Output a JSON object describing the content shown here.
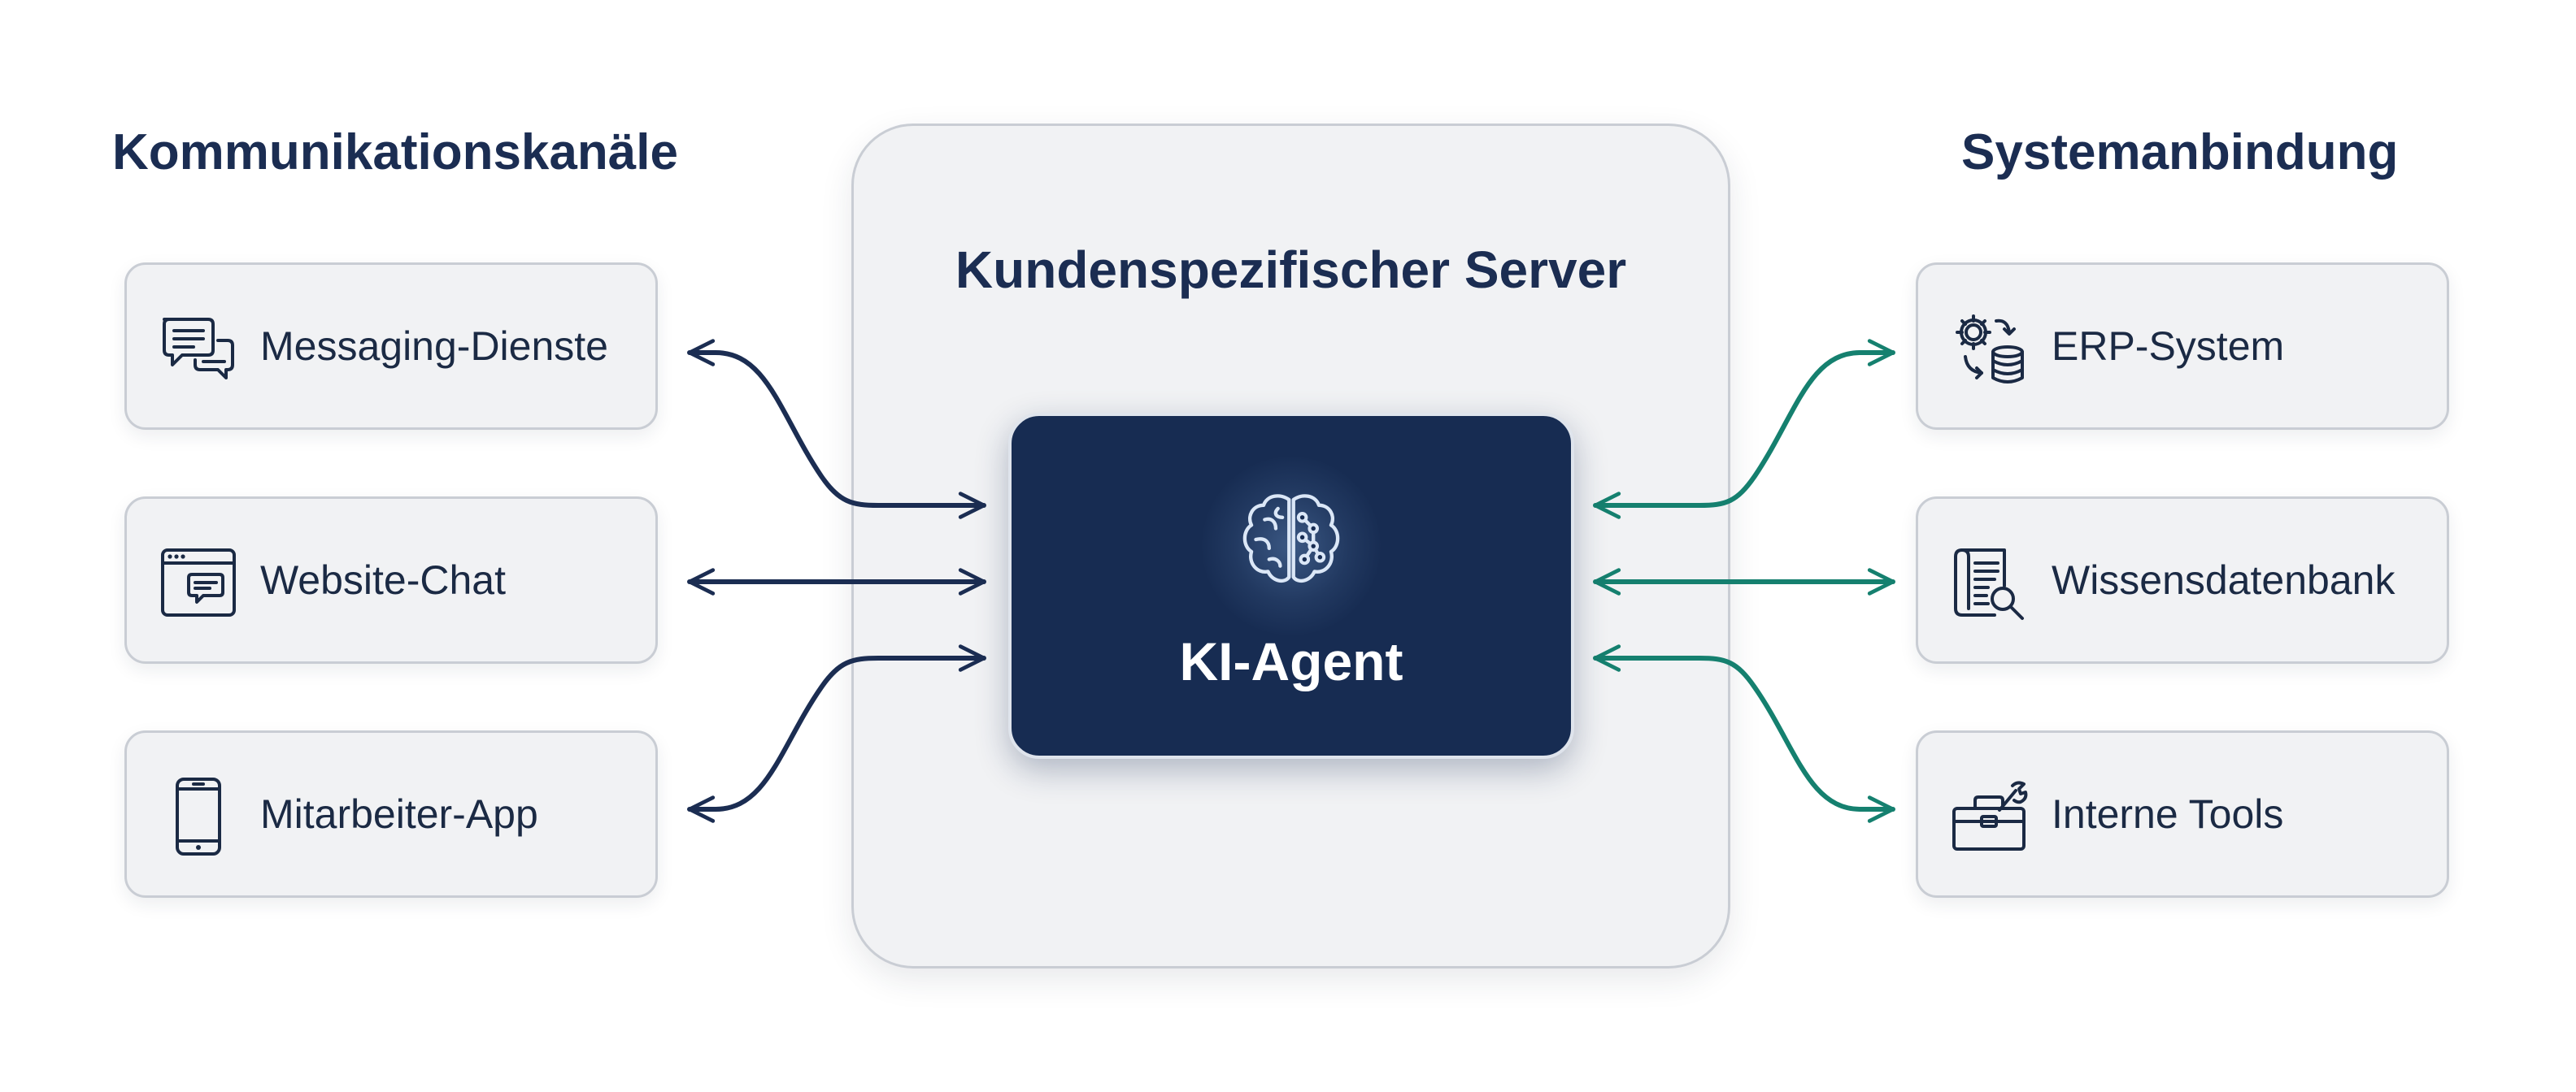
{
  "left_column": {
    "heading": "Kommunikationskanäle",
    "items": [
      {
        "label": "Messaging-Dienste",
        "icon": "chat-bubbles-icon"
      },
      {
        "label": "Website-Chat",
        "icon": "browser-chat-icon"
      },
      {
        "label": "Mitarbeiter-App",
        "icon": "smartphone-icon"
      }
    ]
  },
  "server": {
    "title": "Kundenspezifischer Server",
    "agent": {
      "label": "KI-Agent",
      "icon": "brain-circuit-icon"
    }
  },
  "right_column": {
    "heading": "Systemanbindung",
    "items": [
      {
        "label": "ERP-System",
        "icon": "gear-database-icon"
      },
      {
        "label": "Wissensdatenbank",
        "icon": "document-search-icon"
      },
      {
        "label": "Interne Tools",
        "icon": "toolbox-icon"
      }
    ]
  },
  "colors": {
    "navy": "#172c52",
    "heading_text": "#1b2d52",
    "left_connector": "#1b2d52",
    "right_connector": "#15806f",
    "panel_fill": "#f1f2f4",
    "panel_border": "#c9cdd4"
  }
}
